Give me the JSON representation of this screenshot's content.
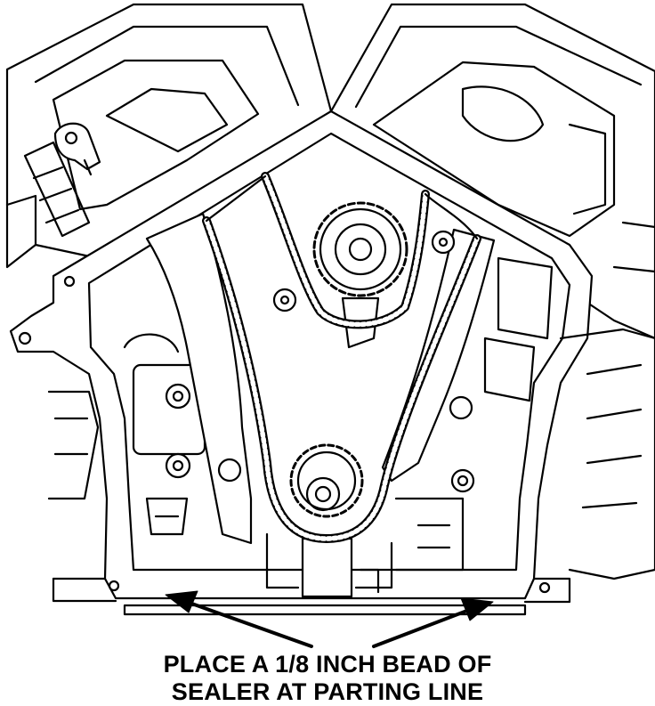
{
  "caption": {
    "line1": "PLACE A 1/8 INCH BEAD OF",
    "line2": "SEALER AT PARTING LINE"
  },
  "colors": {
    "ink": "#000000",
    "paper": "#ffffff"
  },
  "callouts": [
    {
      "name": "left-parting-line-arrow",
      "icon": "arrow-icon"
    },
    {
      "name": "right-parting-line-arrow",
      "icon": "arrow-icon"
    }
  ]
}
